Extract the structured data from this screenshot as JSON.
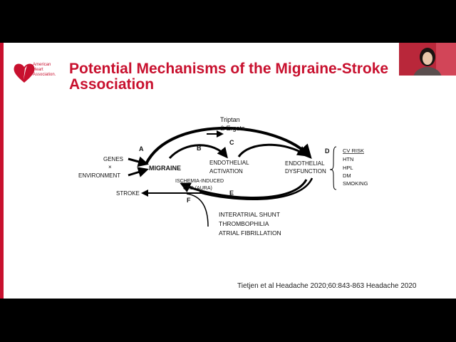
{
  "organization_logo": {
    "icon": "heart-torch-icon",
    "line1": "American",
    "line2": "Heart",
    "line3": "Association."
  },
  "slide": {
    "title_line1": "Potential Mechanisms of the Migraine-Stroke",
    "title_line2": "Association",
    "citation": "Tietjen et al Headache 2020;60:843-863 Headache 2020"
  },
  "diagram": {
    "labels": {
      "genes": "GENES",
      "times": "×",
      "environment": "ENVIRONMENT",
      "migraine": "MIGRAINE",
      "stroke": "STROKE",
      "triptan": "Triptan",
      "ergots": "& Ergots",
      "activation_line1": "ENDOTHELIAL",
      "activation_line2": "ACTIVATION",
      "dysfunction_line1": "ENDOTHELIAL",
      "dysfunction_line2": "DYSFUNCTION",
      "ischemia_line1": "ISCHEMIA-INDUCED",
      "ischemia_line2": "CSD (AURA)"
    },
    "letters": {
      "a": "A",
      "b": "B",
      "c": "C",
      "d": "D",
      "e": "E",
      "f": "F"
    },
    "risk_factors": [
      "CV RISK",
      "HTN",
      "HPL",
      "DM",
      "SMOKING"
    ],
    "f_factors": [
      "INTERATRIAL SHUNT",
      "THROMBOPHILIA",
      "ATRIAL FIBRILLATION"
    ]
  },
  "colors": {
    "brand_red": "#c8102e",
    "webcam_bg": "#b9273a"
  }
}
